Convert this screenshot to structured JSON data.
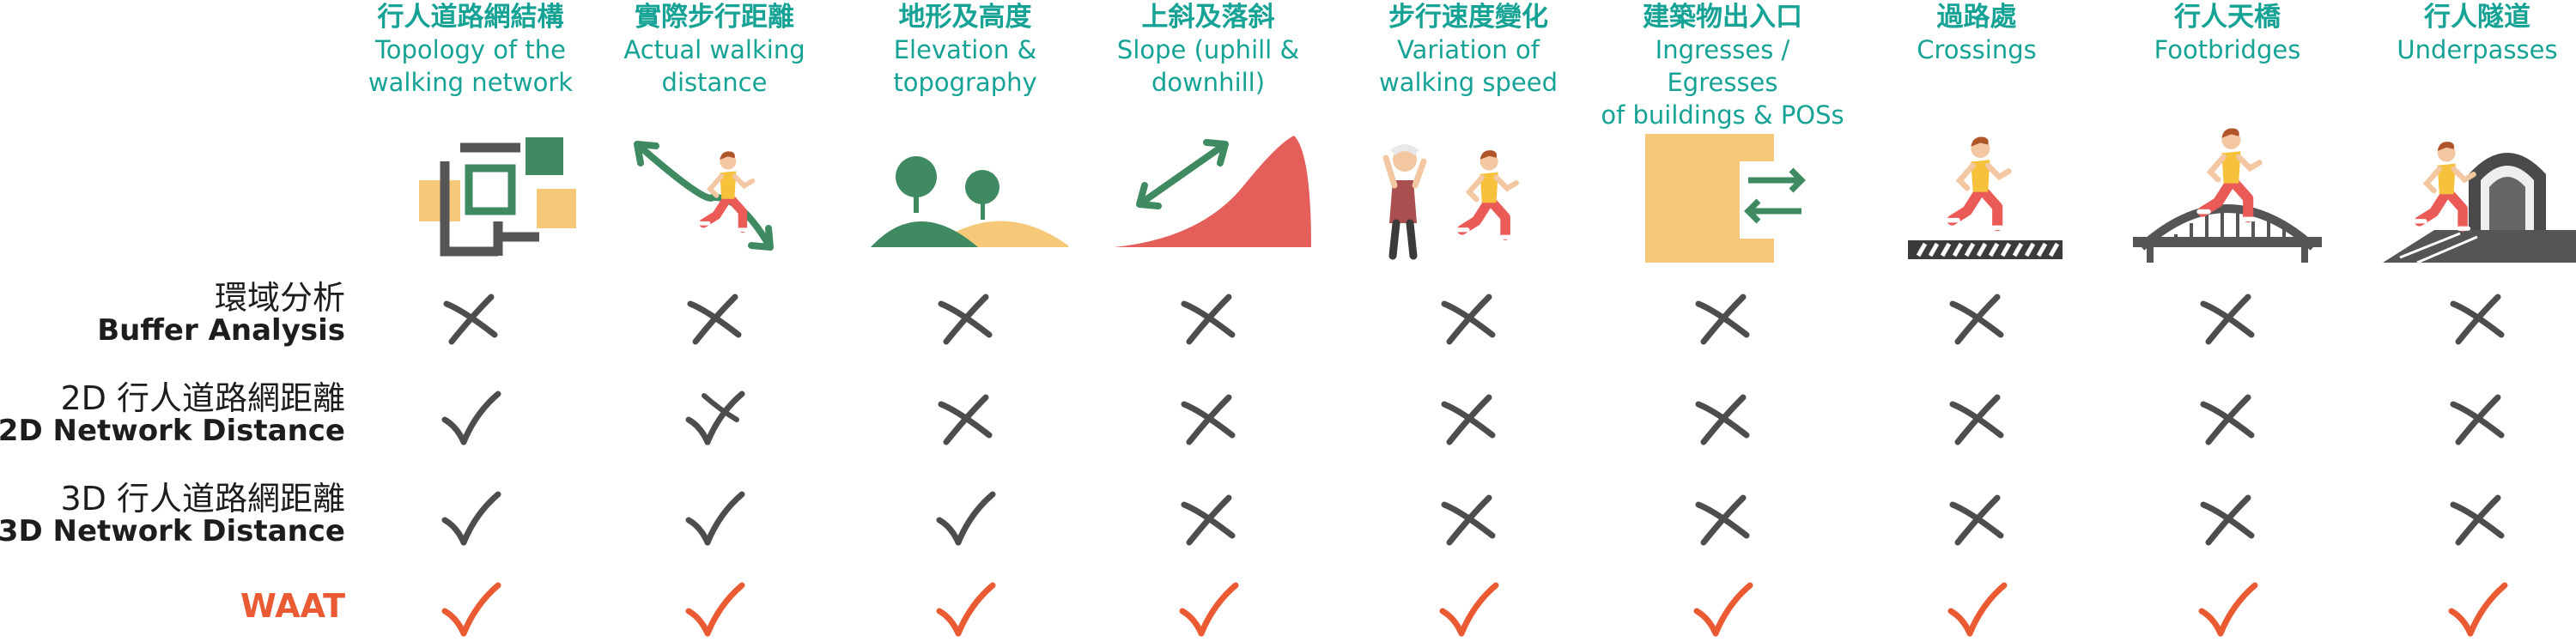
{
  "colors": {
    "heading": "#16a396",
    "label": "#1d1d1d",
    "mark": "#4d4d4d",
    "waat": "#ea5a33"
  },
  "columns": [
    {
      "zh": "行人道路網結構",
      "en": [
        "Topology of the",
        "walking network"
      ],
      "icon": "network-topology-icon"
    },
    {
      "zh": "實際步行距離",
      "en": [
        "Actual walking",
        "distance"
      ],
      "icon": "walking-distance-icon"
    },
    {
      "zh": "地形及高度",
      "en": [
        "Elevation &",
        "topography"
      ],
      "icon": "elevation-hills-icon"
    },
    {
      "zh": "上斜及落斜",
      "en": [
        "Slope (uphill &",
        "downhill)"
      ],
      "icon": "slope-icon"
    },
    {
      "zh": "步行速度變化",
      "en": [
        "Variation of",
        "walking speed"
      ],
      "icon": "walking-speed-icon"
    },
    {
      "zh": "建築物出入口",
      "en": [
        "Ingresses / Egresses",
        "of buildings & POSs"
      ],
      "icon": "building-entrance-icon"
    },
    {
      "zh": "過路處",
      "en": [
        "Crossings"
      ],
      "icon": "crossing-icon"
    },
    {
      "zh": "行人天橋",
      "en": [
        "Footbridges"
      ],
      "icon": "footbridge-icon"
    },
    {
      "zh": "行人隧道",
      "en": [
        "Underpasses"
      ],
      "icon": "underpass-icon"
    }
  ],
  "rows": [
    {
      "zh": "環域分析",
      "en": "Buffer Analysis",
      "marks": [
        "cross",
        "cross",
        "cross",
        "cross",
        "cross",
        "cross",
        "cross",
        "cross",
        "cross"
      ]
    },
    {
      "zh": "2D 行人道路網距離",
      "en": "2D Network Distance",
      "marks": [
        "check",
        "check-cross",
        "cross",
        "cross",
        "cross",
        "cross",
        "cross",
        "cross",
        "cross"
      ]
    },
    {
      "zh": "3D 行人道路網距離",
      "en": "3D Network Distance",
      "marks": [
        "check",
        "check",
        "check",
        "cross",
        "cross",
        "cross",
        "cross",
        "cross",
        "cross"
      ]
    },
    {
      "zh": "",
      "en": "WAAT",
      "marks": [
        "check",
        "check",
        "check",
        "check",
        "check",
        "check",
        "check",
        "check",
        "check"
      ]
    }
  ]
}
